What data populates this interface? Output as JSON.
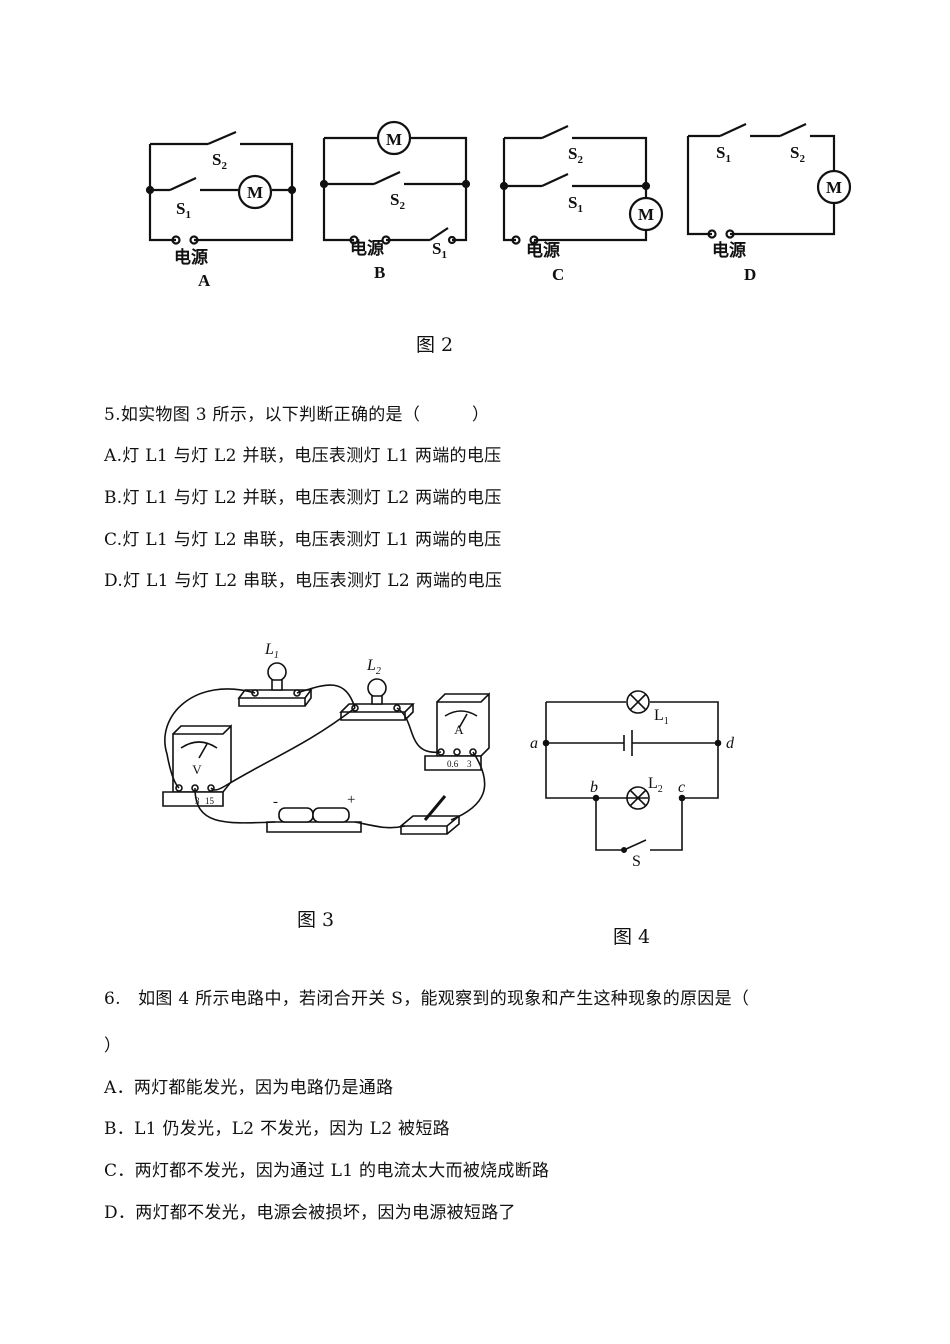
{
  "fig2": {
    "caption": "图 2",
    "diagrams": [
      {
        "letter": "A",
        "power": "电源",
        "s1": "S",
        "s1_sub": "1",
        "s2": "S",
        "s2_sub": "2",
        "motor": "M"
      },
      {
        "letter": "B",
        "power": "电源",
        "s1": "S",
        "s1_sub": "1",
        "s2": "S",
        "s2_sub": "2",
        "motor": "M"
      },
      {
        "letter": "C",
        "power": "电源",
        "s1": "S",
        "s1_sub": "1",
        "s2": "S",
        "s2_sub": "2",
        "motor": "M"
      },
      {
        "letter": "D",
        "power": "电源",
        "s1": "S",
        "s1_sub": "1",
        "s2": "S",
        "s2_sub": "2",
        "motor": "M"
      }
    ]
  },
  "q5": {
    "stem": "5.如实物图 3 所示，以下判断正确的是（　　　）",
    "options": [
      "A.灯 L1 与灯 L2 并联，电压表测灯 L1 两端的电压",
      "B.灯 L1 与灯 L2 并联，电压表测灯 L2 两端的电压",
      "C.灯 L1 与灯 L2 串联，电压表测灯 L1 两端的电压",
      "D.灯 L1 与灯 L2 串联，电压表测灯 L2 两端的电压"
    ]
  },
  "fig3": {
    "caption": "图 3",
    "l1": "L",
    "l1_sub": "1",
    "l2": "L",
    "l2_sub": "2",
    "voltmeter": "V",
    "ammeter": "A",
    "minus": "-",
    "plus": "+",
    "v_term1": "3",
    "v_term2": "15",
    "a_term1": "0.6",
    "a_term2": "3"
  },
  "fig4": {
    "caption": "图 4",
    "l1": "L",
    "l1_sub": "1",
    "l2": "L",
    "l2_sub": "2",
    "a": "a",
    "b": "b",
    "c": "c",
    "d": "d",
    "s": "S"
  },
  "q6": {
    "stem": "6.　如图 4 所示电路中，若闭合开关 S，能观察到的现象和产生这种现象的原因是（",
    "stem_cont": "）",
    "options": [
      "A．两灯都能发光，因为电路仍是通路",
      "B．L1 仍发光，L2 不发光，因为 L2 被短路",
      "C．两灯都不发光，因为通过 L1 的电流太大而被烧成断路",
      "D．两灯都不发光，电源会被损坏，因为电源被短路了"
    ]
  }
}
